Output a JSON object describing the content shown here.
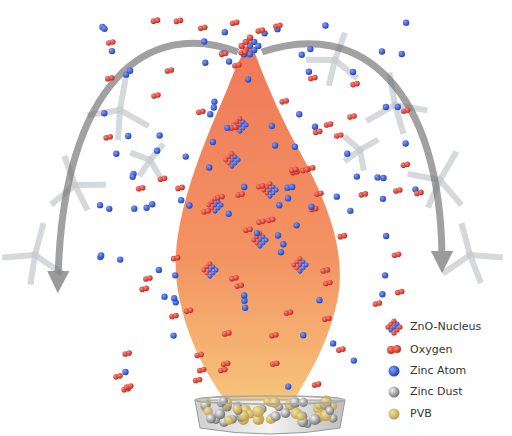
{
  "diagram": {
    "legend": [
      {
        "text": "ZnO-Nucleus"
      },
      {
        "text": "Oxygen"
      },
      {
        "text": "Zinc Atom"
      },
      {
        "text": "Zinc Dust"
      },
      {
        "text": "PVB"
      }
    ]
  }
}
